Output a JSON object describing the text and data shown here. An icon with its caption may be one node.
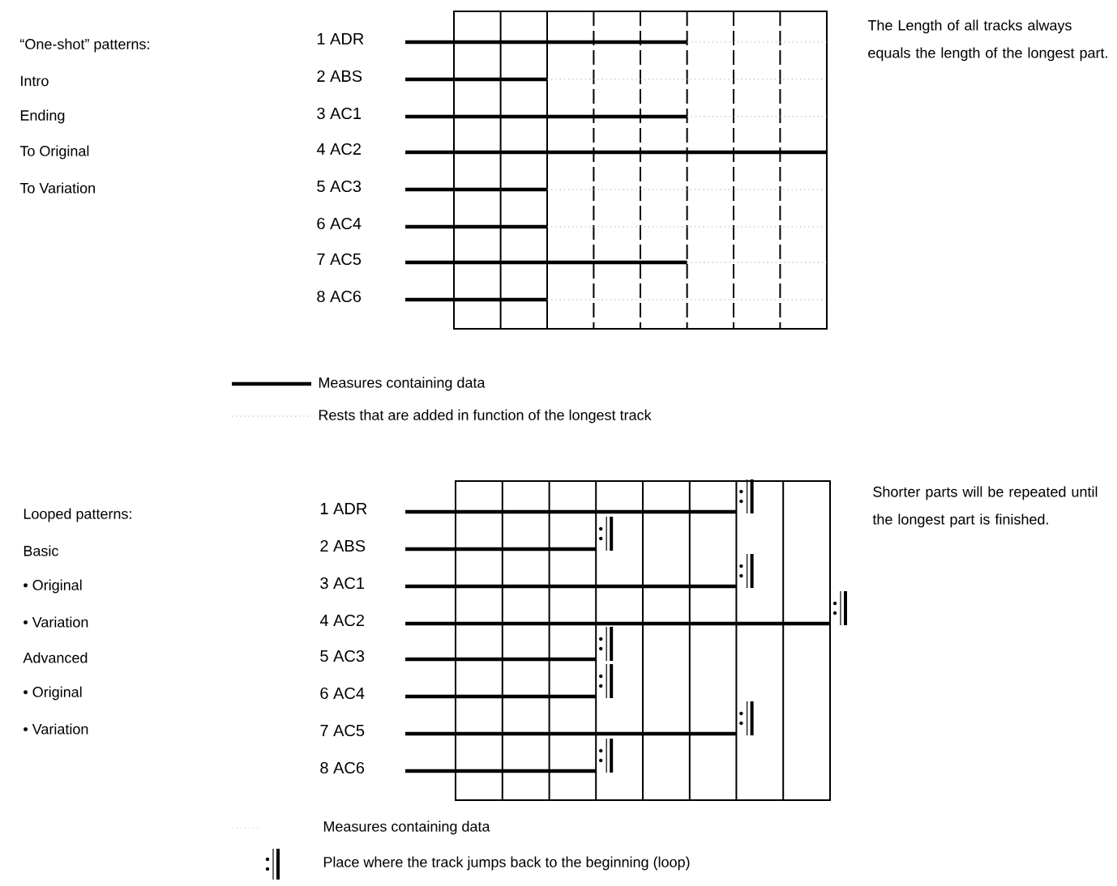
{
  "diagram": {
    "labels": [
      "“One-shot” patterns:",
      "Intro",
      "Ending",
      "To Original",
      "To Variation",
      "1 ADR",
      "2 ABS",
      "3 AC1",
      "4 AC2",
      "5 AC3",
      "6 AC4",
      "7 AC5",
      "8 AC6",
      "The Length of all tracks always equals the length of the longest part.",
      "Looped patterns:",
      "Basic",
      "• Original",
      "• Variation",
      "Advanced",
      "• Original",
      "• Variation",
      "1 ADR",
      "2 ABS",
      "3 AC1",
      "4 AC2",
      "5 AC3",
      "6 AC4",
      "7 AC5",
      "8 AC6",
      "Shorter parts will be repeated until the longest part is finished."
    ],
    "legend": [
      {
        "text": "Measures containing data"
      },
      {
        "text": "Rests that are added in function of the longest track"
      },
      {
        "text": "Measures containing data"
      },
      {
        "text": "Place where the track jumps back to the beginning (loop)"
      }
    ]
  }
}
